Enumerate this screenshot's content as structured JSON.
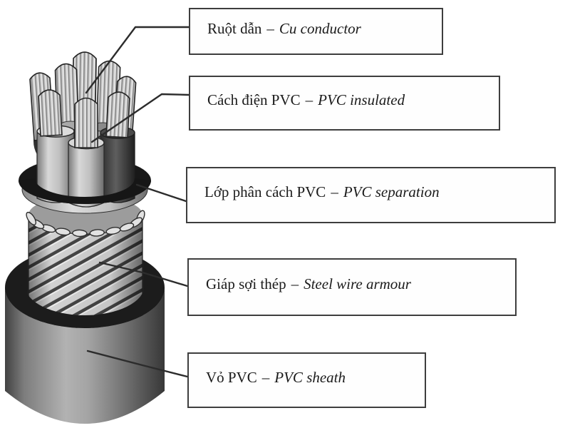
{
  "diagram": {
    "description": "Cutaway diagram of an armoured PVC insulated power cable with bilingual part labels",
    "labels": [
      {
        "id": "cu-conductor",
        "vi": "Ruột dẫn",
        "sep": "–",
        "en": "Cu conductor"
      },
      {
        "id": "pvc-insulated",
        "vi": "Cách điện PVC",
        "sep": "–",
        "en": "PVC insulated"
      },
      {
        "id": "pvc-separation",
        "vi": "Lớp phân cách PVC",
        "sep": "–",
        "en": "PVC separation"
      },
      {
        "id": "steel-armour",
        "vi": "Giáp sợi thép",
        "sep": "–",
        "en": "Steel wire armour"
      },
      {
        "id": "pvc-sheath",
        "vi": "Vỏ PVC",
        "sep": "–",
        "en": "PVC sheath"
      }
    ],
    "colors": {
      "background": "#ffffff",
      "box_border": "#3e3e3e",
      "text": "#1b1b1b",
      "leader_line": "#2c2c2c",
      "sheath_dark": "#1c1c1c",
      "metal_light": "#d2d2d2",
      "metal_dark": "#454545"
    }
  }
}
